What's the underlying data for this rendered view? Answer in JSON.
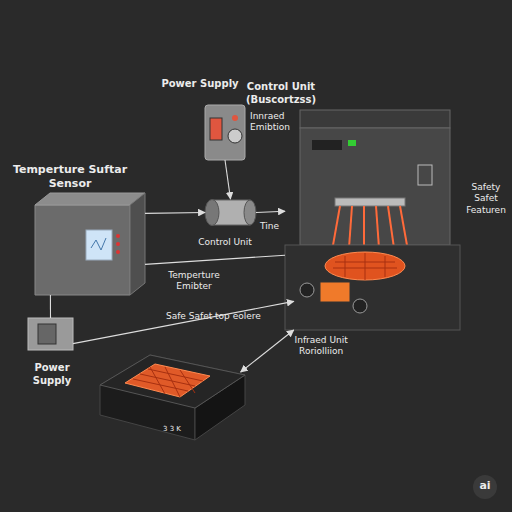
{
  "diagram": {
    "nodes": [
      {
        "text": [
          "Temperture Suftar Sensor"
        ]
      },
      {
        "text": [
          "Control Unit (Buscortzss)",
          "Innraed Emibtion"
        ]
      },
      {
        "text": [
          "Control Unit",
          "Tine"
        ]
      },
      {
        "text": [
          "Safety Safet Featuren"
        ]
      },
      {
        "text": [
          "Power Supply"
        ]
      },
      {
        "text": [
          "3 3 K"
        ]
      }
    ],
    "edges": [
      {
        "from": 1,
        "to": 2,
        "arrow": "to"
      },
      {
        "from": 0,
        "to": 2,
        "arrow": "to"
      },
      {
        "from": 2,
        "to": 3,
        "arrow": "to"
      },
      {
        "from": 0,
        "to": 3,
        "label": "Temperture Emibter",
        "arrow": "none"
      },
      {
        "from": 4,
        "to": 0,
        "arrow": "none"
      },
      {
        "from": 4,
        "to": 3,
        "label": "Safe Safet top eolere",
        "arrow": "to"
      },
      {
        "from": 5,
        "to": 3,
        "label": "Infraed Unit Roriolliion",
        "arrow": "both"
      }
    ],
    "labels": [
      "Power Supply",
      "ai"
    ]
  }
}
